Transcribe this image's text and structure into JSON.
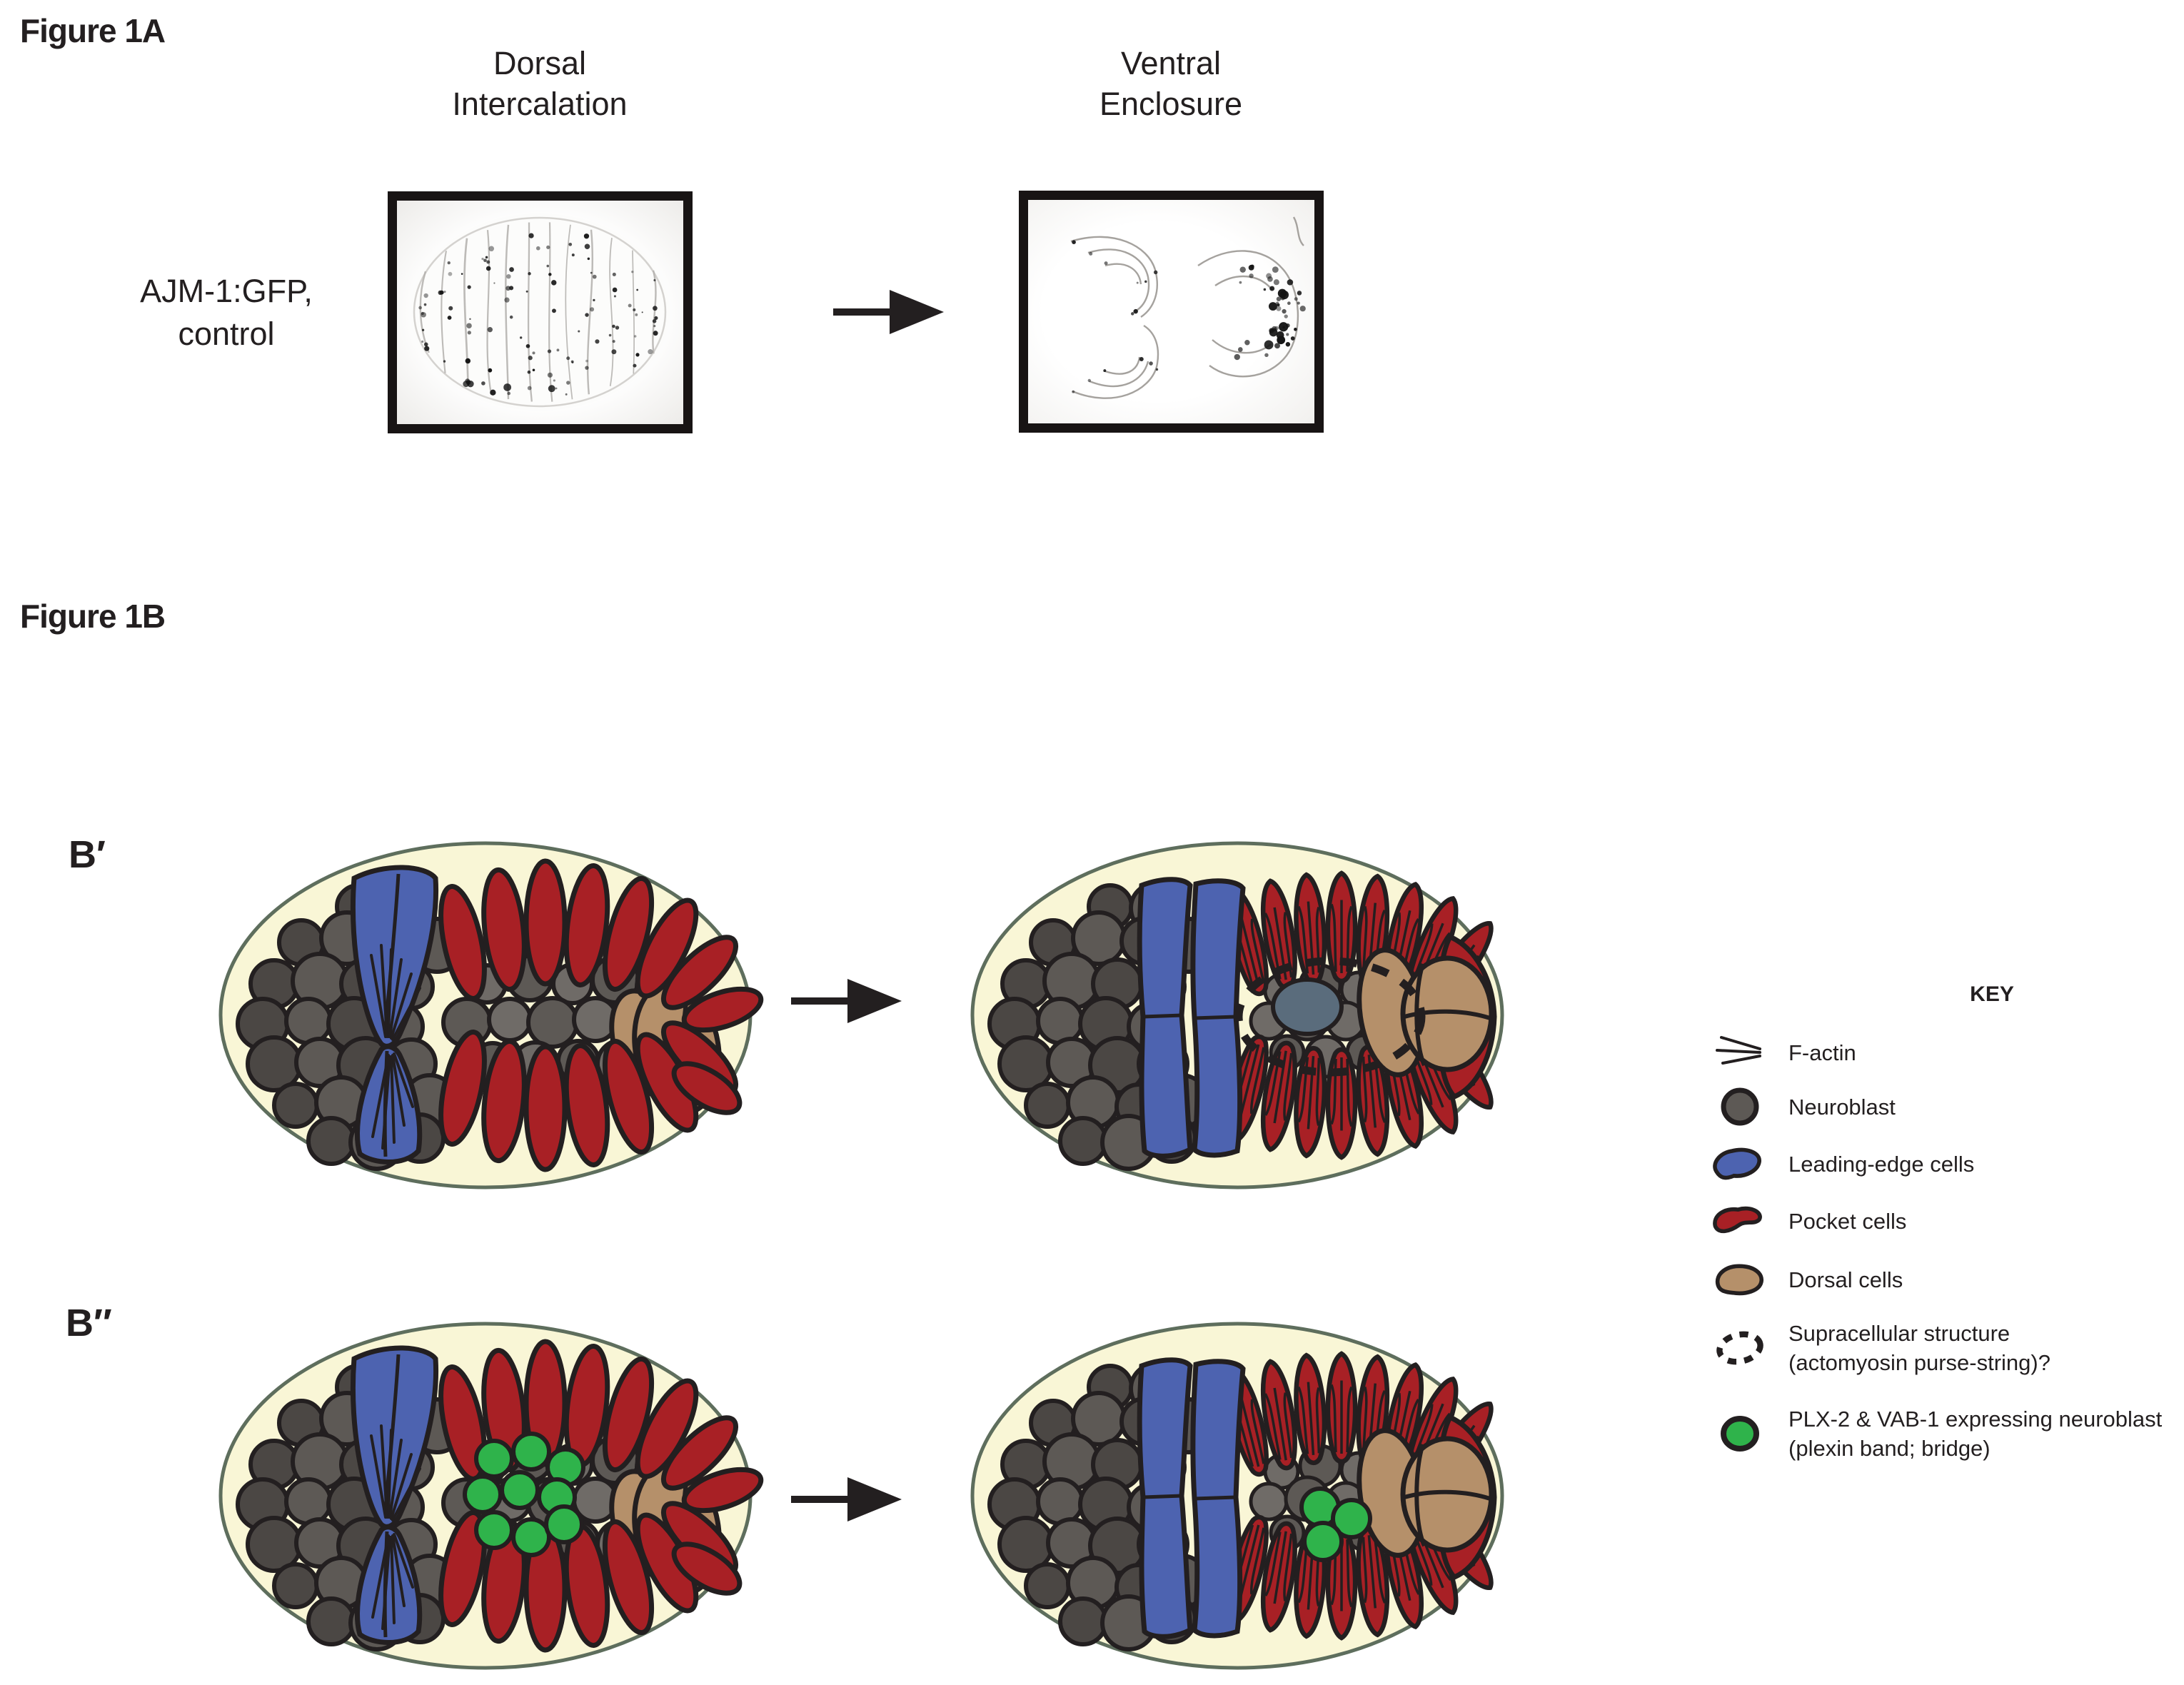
{
  "figure_1a": {
    "title": "Figure 1A",
    "stage1_header": [
      "Dorsal",
      "Intercalation"
    ],
    "stage2_header": [
      "Ventral",
      "Enclosure"
    ],
    "row_label": [
      "AJM-1:GFP,",
      "control"
    ]
  },
  "figure_1b": {
    "title": "Figure 1B",
    "panel_labels": [
      "B′",
      "B″"
    ]
  },
  "key": {
    "title": "KEY",
    "items": [
      {
        "name": "f-actin",
        "label1": "F-actin",
        "label2": ""
      },
      {
        "name": "neuroblast",
        "label1": "Neuroblast",
        "label2": ""
      },
      {
        "name": "leading-edge-cells",
        "label1": "Leading-edge cells",
        "label2": ""
      },
      {
        "name": "pocket-cells",
        "label1": "Pocket cells",
        "label2": ""
      },
      {
        "name": "dorsal-cells",
        "label1": "Dorsal cells",
        "label2": ""
      },
      {
        "name": "supracellular-structure",
        "label1": "Supracellular structure",
        "label2": "(actomyosin purse-string)?"
      },
      {
        "name": "plexin-neuroblast",
        "label1": "PLX-2 & VAB-1 expressing neuroblast",
        "label2": "(plexin band; bridge)"
      }
    ]
  },
  "colors": {
    "ink": "#231f20",
    "embryo_fill": "#f9f6d6",
    "embryo_stroke": "#5e6e5d",
    "neuroblast_dark": "#4b4744",
    "neuroblast_mid": "#5d5955",
    "neuroblast_light": "#6f6b67",
    "center_cell_bluegray": "#5a6c7c",
    "leading_edge_blue": "#4d63b0",
    "pocket_red": "#a82025",
    "dorsal_tan": "#b5906a",
    "plexin_green": "#2fb34b",
    "micrograph_line": "#b2afac",
    "micrograph_dot": "#141414"
  }
}
